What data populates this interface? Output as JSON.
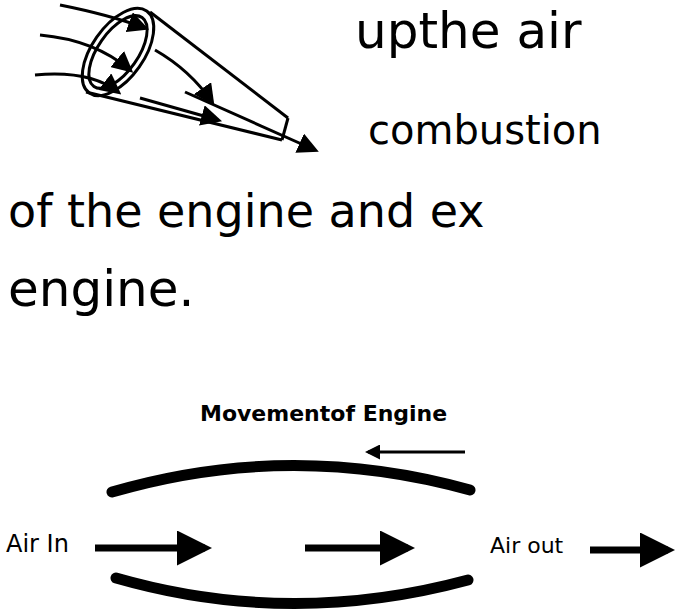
{
  "diagram": {
    "labels": [
      "upthe air",
      "combustion",
      "of the engine and ex",
      "engine.",
      "Movementof Engine",
      "Air In",
      "Air out"
    ]
  }
}
